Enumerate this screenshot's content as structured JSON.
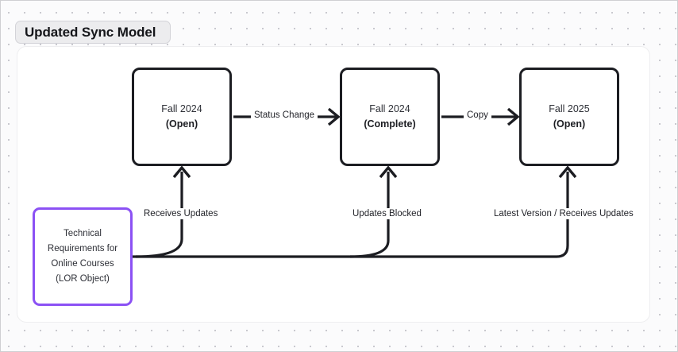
{
  "canvas": {
    "title": "Updated Sync Model",
    "background_color": "#fbfbfc",
    "dot_grid_color": "#c9c9cf",
    "card_color": "#ffffff"
  },
  "nodes": [
    {
      "id": "fall2024-open",
      "term": "Fall 2024",
      "status": "(Open)",
      "border_color": "#1c1d22"
    },
    {
      "id": "fall2024-complete",
      "term": "Fall 2024",
      "status": "(Complete)",
      "border_color": "#1c1d22"
    },
    {
      "id": "fall2025-open",
      "term": "Fall 2025",
      "status": "(Open)",
      "border_color": "#1c1d22"
    },
    {
      "id": "lor-object",
      "lines": [
        "Technical",
        "Requirements for",
        "Online Courses",
        "(LOR Object)"
      ],
      "border_color": "#8b51f4"
    }
  ],
  "edges": [
    {
      "id": "status-change",
      "label": "Status Change",
      "from": "fall2024-open",
      "to": "fall2024-complete",
      "direction": "right"
    },
    {
      "id": "copy",
      "label": "Copy",
      "from": "fall2024-complete",
      "to": "fall2025-open",
      "direction": "right"
    },
    {
      "id": "receives-updates",
      "label": "Receives Updates",
      "from": "lor-object",
      "to": "fall2024-open",
      "direction": "up"
    },
    {
      "id": "updates-blocked",
      "label": "Updates Blocked",
      "from": "lor-object",
      "to": "fall2024-complete",
      "direction": "up"
    },
    {
      "id": "latest-version-receives-updates",
      "label": "Latest Version / Receives Updates",
      "from": "lor-object",
      "to": "fall2025-open",
      "direction": "up"
    }
  ]
}
